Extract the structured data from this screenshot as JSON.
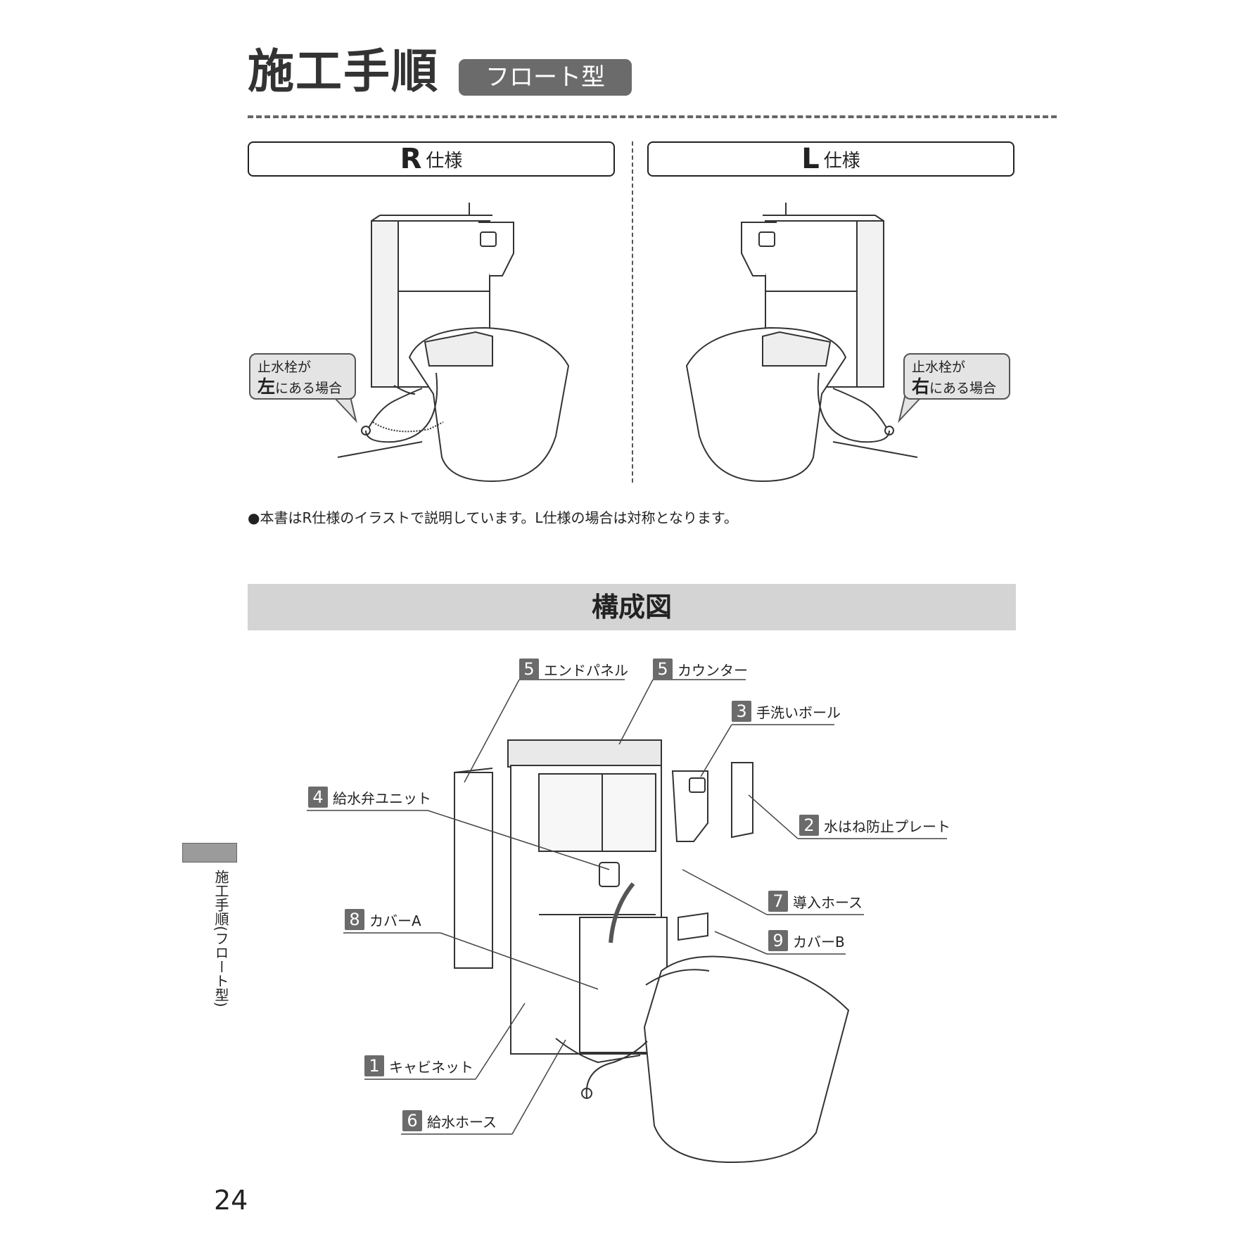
{
  "header": {
    "title": "施工手順",
    "type_badge": "フロート型"
  },
  "specs": {
    "right": {
      "letter": "R",
      "label": "仕様",
      "callout_line1": "止水栓が",
      "callout_big": "左",
      "callout_rest": "にある場合"
    },
    "left": {
      "letter": "L",
      "label": "仕様",
      "callout_line1": "止水栓が",
      "callout_big": "右",
      "callout_rest": "にある場合"
    }
  },
  "note": "●本書はR仕様のイラストで説明しています。L仕様の場合は対称となります。",
  "section": {
    "title": "構成図"
  },
  "parts": [
    {
      "num": "5",
      "label": "エンドパネル"
    },
    {
      "num": "5",
      "label": "カウンター"
    },
    {
      "num": "3",
      "label": "手洗いボール"
    },
    {
      "num": "4",
      "label": "給水弁ユニット"
    },
    {
      "num": "2",
      "label": "水はね防止プレート"
    },
    {
      "num": "7",
      "label": "導入ホース"
    },
    {
      "num": "8",
      "label": "カバーA"
    },
    {
      "num": "9",
      "label": "カバーB"
    },
    {
      "num": "1",
      "label": "キャビネット"
    },
    {
      "num": "6",
      "label": "給水ホース"
    }
  ],
  "side_tab": {
    "label": "施工手順(フロート型)"
  },
  "page_number": "24"
}
